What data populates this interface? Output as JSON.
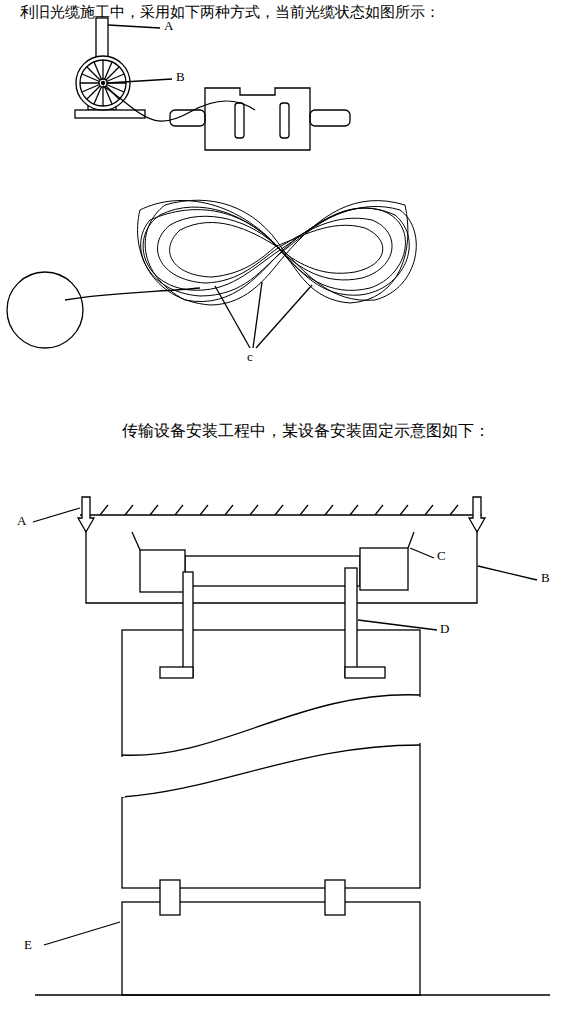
{
  "diagram": {
    "labels": [
      "利旧光缆施工中，采用如下两种方式，当前光缆状态如图所示：",
      "A",
      "B",
      "c",
      "传输设备安装工程中，某设备安装固定示意图如下：",
      "A",
      "B",
      "C",
      "D",
      "E"
    ]
  }
}
